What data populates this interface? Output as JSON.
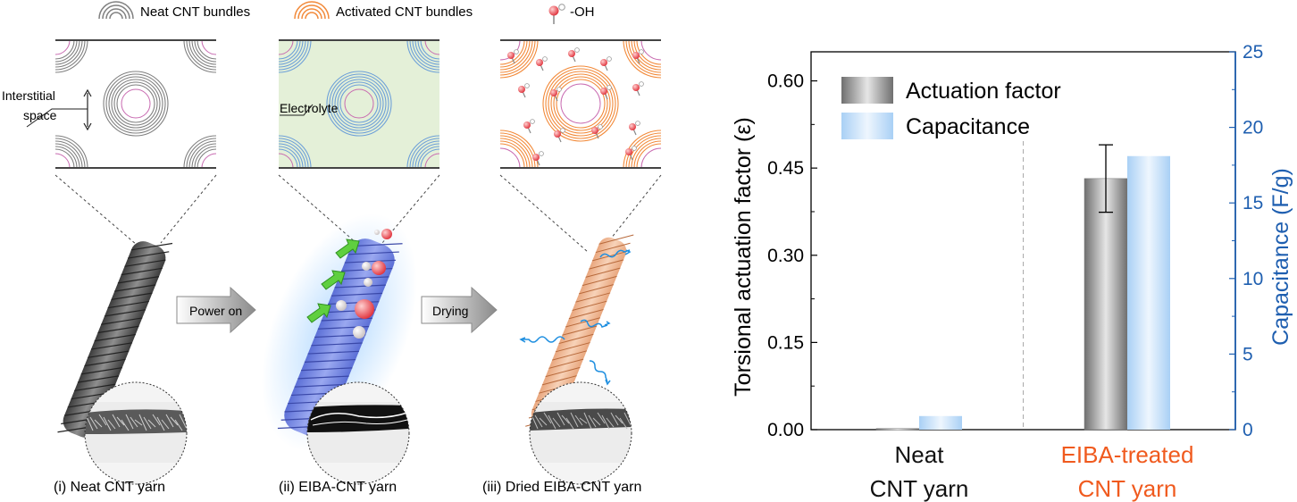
{
  "legend_top": {
    "neat": "Neat CNT bundles",
    "activated": "Activated CNT bundles",
    "oh": "-OH"
  },
  "panels": {
    "i": {
      "caption": "(i) Neat CNT yarn",
      "annotation_line1": "Interstitial",
      "annotation_line2": "space"
    },
    "ii": {
      "caption": "(ii) EIBA-CNT yarn",
      "annotation": "Electrolyte"
    },
    "iii": {
      "caption": "(iii) Dried EIBA-CNT yarn"
    }
  },
  "arrows": {
    "power_on": "Power on",
    "drying": "Drying"
  },
  "colors": {
    "neat_bundle": "#808080",
    "activated_bundle": "#f28a3a",
    "electrolyte_bg": "#e4f0d8",
    "blue_axis": "#1f5fb0",
    "orange_label": "#f05a1e",
    "gray_bar": "#9a9a9a",
    "blue_bar": "#a9d0f5"
  },
  "chart_data": {
    "type": "bar",
    "categories": [
      [
        "Neat",
        "CNT yarn"
      ],
      [
        "EIBA-treated",
        "CNT yarn"
      ]
    ],
    "series": [
      {
        "name": "Actuation factor",
        "values": [
          0.002,
          0.432
        ],
        "error": [
          0,
          0.058
        ],
        "axis": "left"
      },
      {
        "name": "Capacitance",
        "values": [
          0.9,
          18.1
        ],
        "axis": "right"
      }
    ],
    "ylabel": "Torsional actuation factor (ε)",
    "ylabel_right": "Capacitance (F/g)",
    "ylim": [
      0,
      0.65
    ],
    "ylim_right": [
      0,
      25
    ],
    "yticks": [
      "0.00",
      "0.15",
      "0.30",
      "0.45",
      "0.60"
    ],
    "yticks_right": [
      "0",
      "5",
      "10",
      "15",
      "20",
      "25"
    ],
    "legend_position": "top-left",
    "separator": "dashed-vertical"
  }
}
